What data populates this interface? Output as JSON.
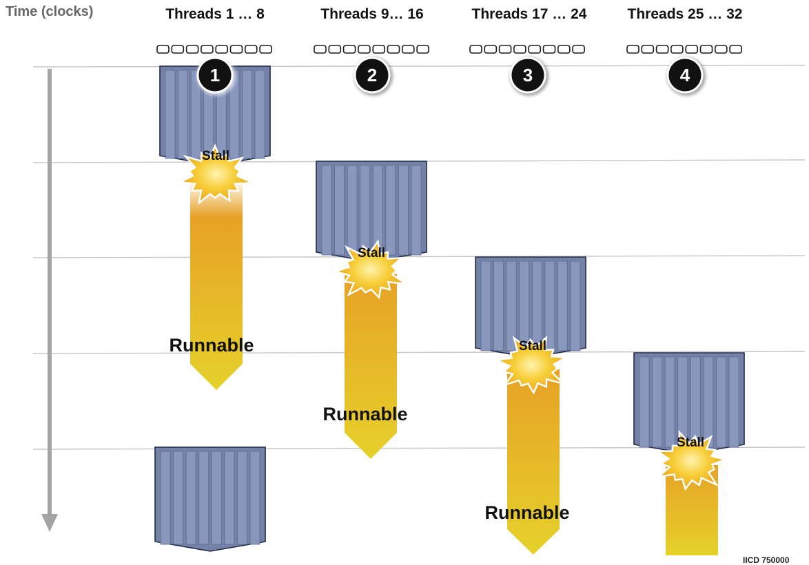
{
  "axis": {
    "label": "Time (clocks)"
  },
  "groups": [
    {
      "title": "Threads 1 … 8",
      "number": "1"
    },
    {
      "title": "Threads  9… 16",
      "number": "2"
    },
    {
      "title": "Threads 17 … 24",
      "number": "3"
    },
    {
      "title": "Threads 25 … 32",
      "number": "4"
    }
  ],
  "labels": {
    "stall": "Stall",
    "runnable": "Runnable"
  },
  "corner_code": "IICD 750000",
  "colors": {
    "block": "#7582a7",
    "block_lane": "#8997bd",
    "block_border": "#1f2a47",
    "arrow_top": "#e7a126",
    "arrow_bottom": "#e5d12a",
    "burst": "#f2be2c",
    "marker": "#111111",
    "axis": "#a4a4a4",
    "gridline": "#c8c8c8"
  }
}
